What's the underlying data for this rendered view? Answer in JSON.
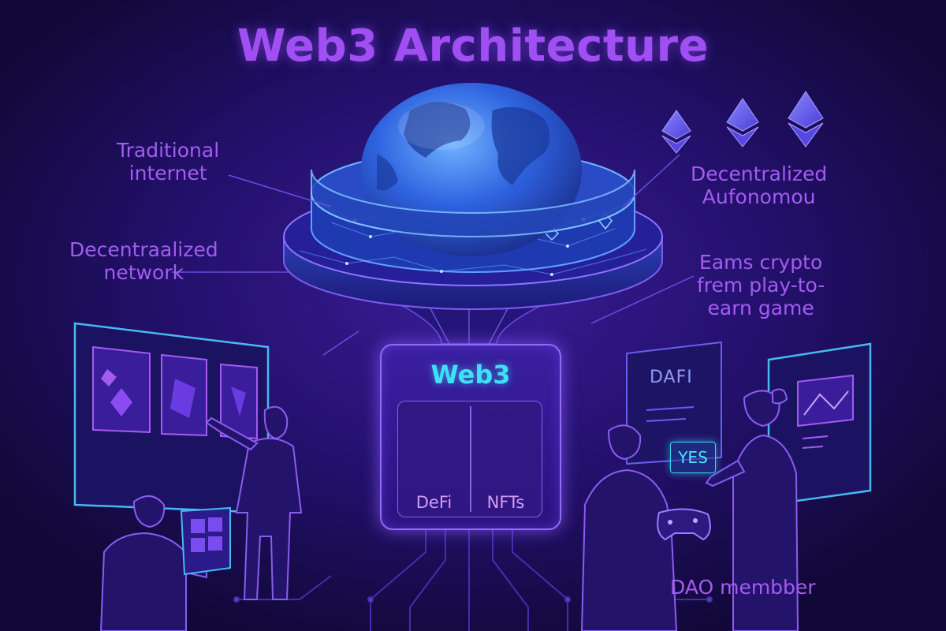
{
  "title": "Web3 Architecture",
  "labels": {
    "traditional_internet": [
      "Traditional",
      "internet"
    ],
    "decentralized_network": [
      "Decentraalized",
      "network"
    ],
    "decentralized_autonomous": [
      "Decentralized",
      "Aufonomou"
    ],
    "earns_crypto": [
      "Eams crypto",
      "frem play-to-",
      "earn game"
    ],
    "dao_member": "DAO membber"
  },
  "hub": {
    "title": "Web3",
    "cells": [
      {
        "label": "DeFi",
        "icon": "piggy-bank-icon"
      },
      {
        "label": "NFTs",
        "icon": "nft-frame-icon"
      }
    ]
  },
  "right_panel": {
    "title": "DAFI",
    "vote_button": "YES"
  },
  "colors": {
    "background": "#140a3c",
    "title": "#a04ff2",
    "label": "#a35cf0",
    "accent_cyan": "#3fe0f5",
    "panel_border": "#8f6cf5"
  },
  "icons": [
    "globe-icon",
    "ethereum-icon",
    "piggy-bank-icon",
    "coin-icon",
    "nft-frame-icon",
    "game-controller-icon"
  ]
}
